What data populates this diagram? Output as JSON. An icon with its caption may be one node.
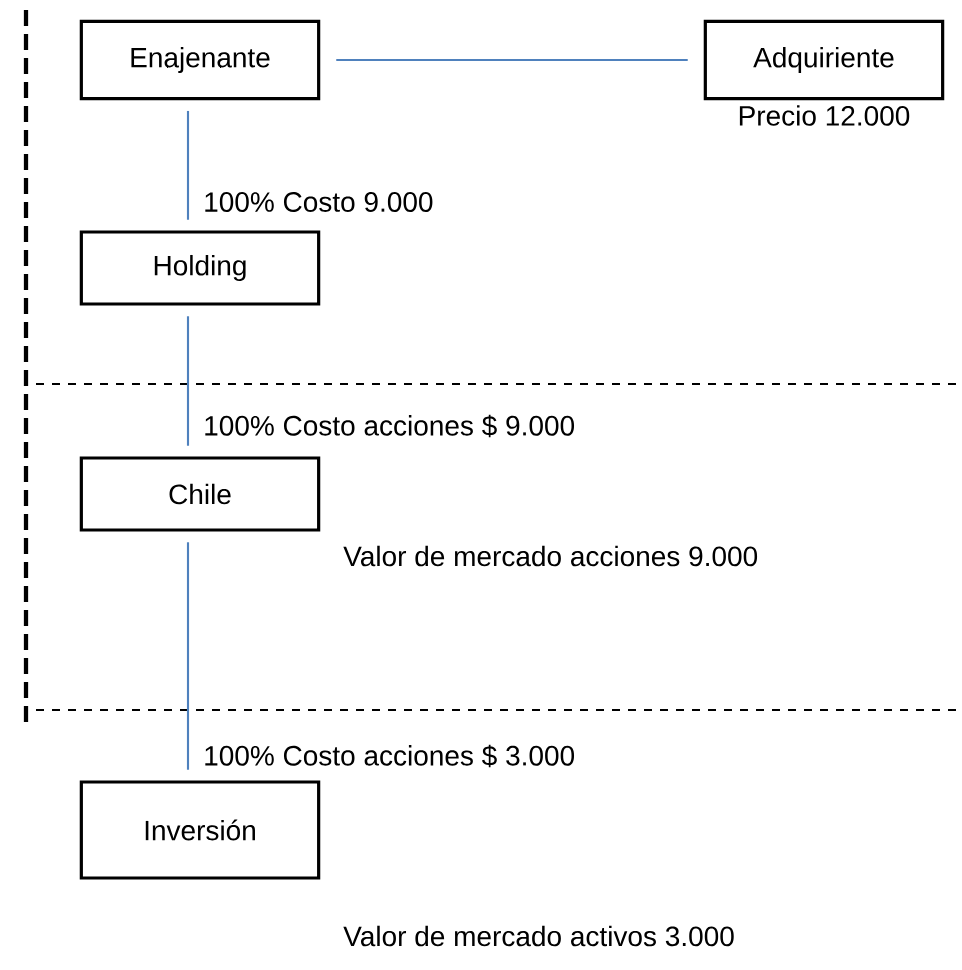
{
  "diagram": {
    "nodes": [
      {
        "text": [
          "Enajenante"
        ]
      },
      {
        "text": [
          "Adquiriente"
        ],
        "beside": [
          "Precio 12.000"
        ]
      },
      {
        "text": [
          "Holding"
        ]
      },
      {
        "text": [
          "Chile"
        ]
      },
      {
        "text": [
          "Inversión"
        ]
      }
    ],
    "edges": [
      {
        "from": 0,
        "to": 1,
        "arrow": "none"
      },
      {
        "from": 0,
        "to": 2,
        "arrow": "none",
        "label": "100% Costo 9.000"
      },
      {
        "from": 2,
        "to": 3,
        "arrow": "none",
        "label": "100% Costo acciones $ 9.000"
      },
      {
        "from": 3,
        "to": 4,
        "arrow": "none",
        "label": "100% Costo acciones $ 3.000"
      }
    ],
    "labels": [
      "Valor de mercado acciones 9.000",
      "Valor de mercado activos 3.000"
    ]
  }
}
